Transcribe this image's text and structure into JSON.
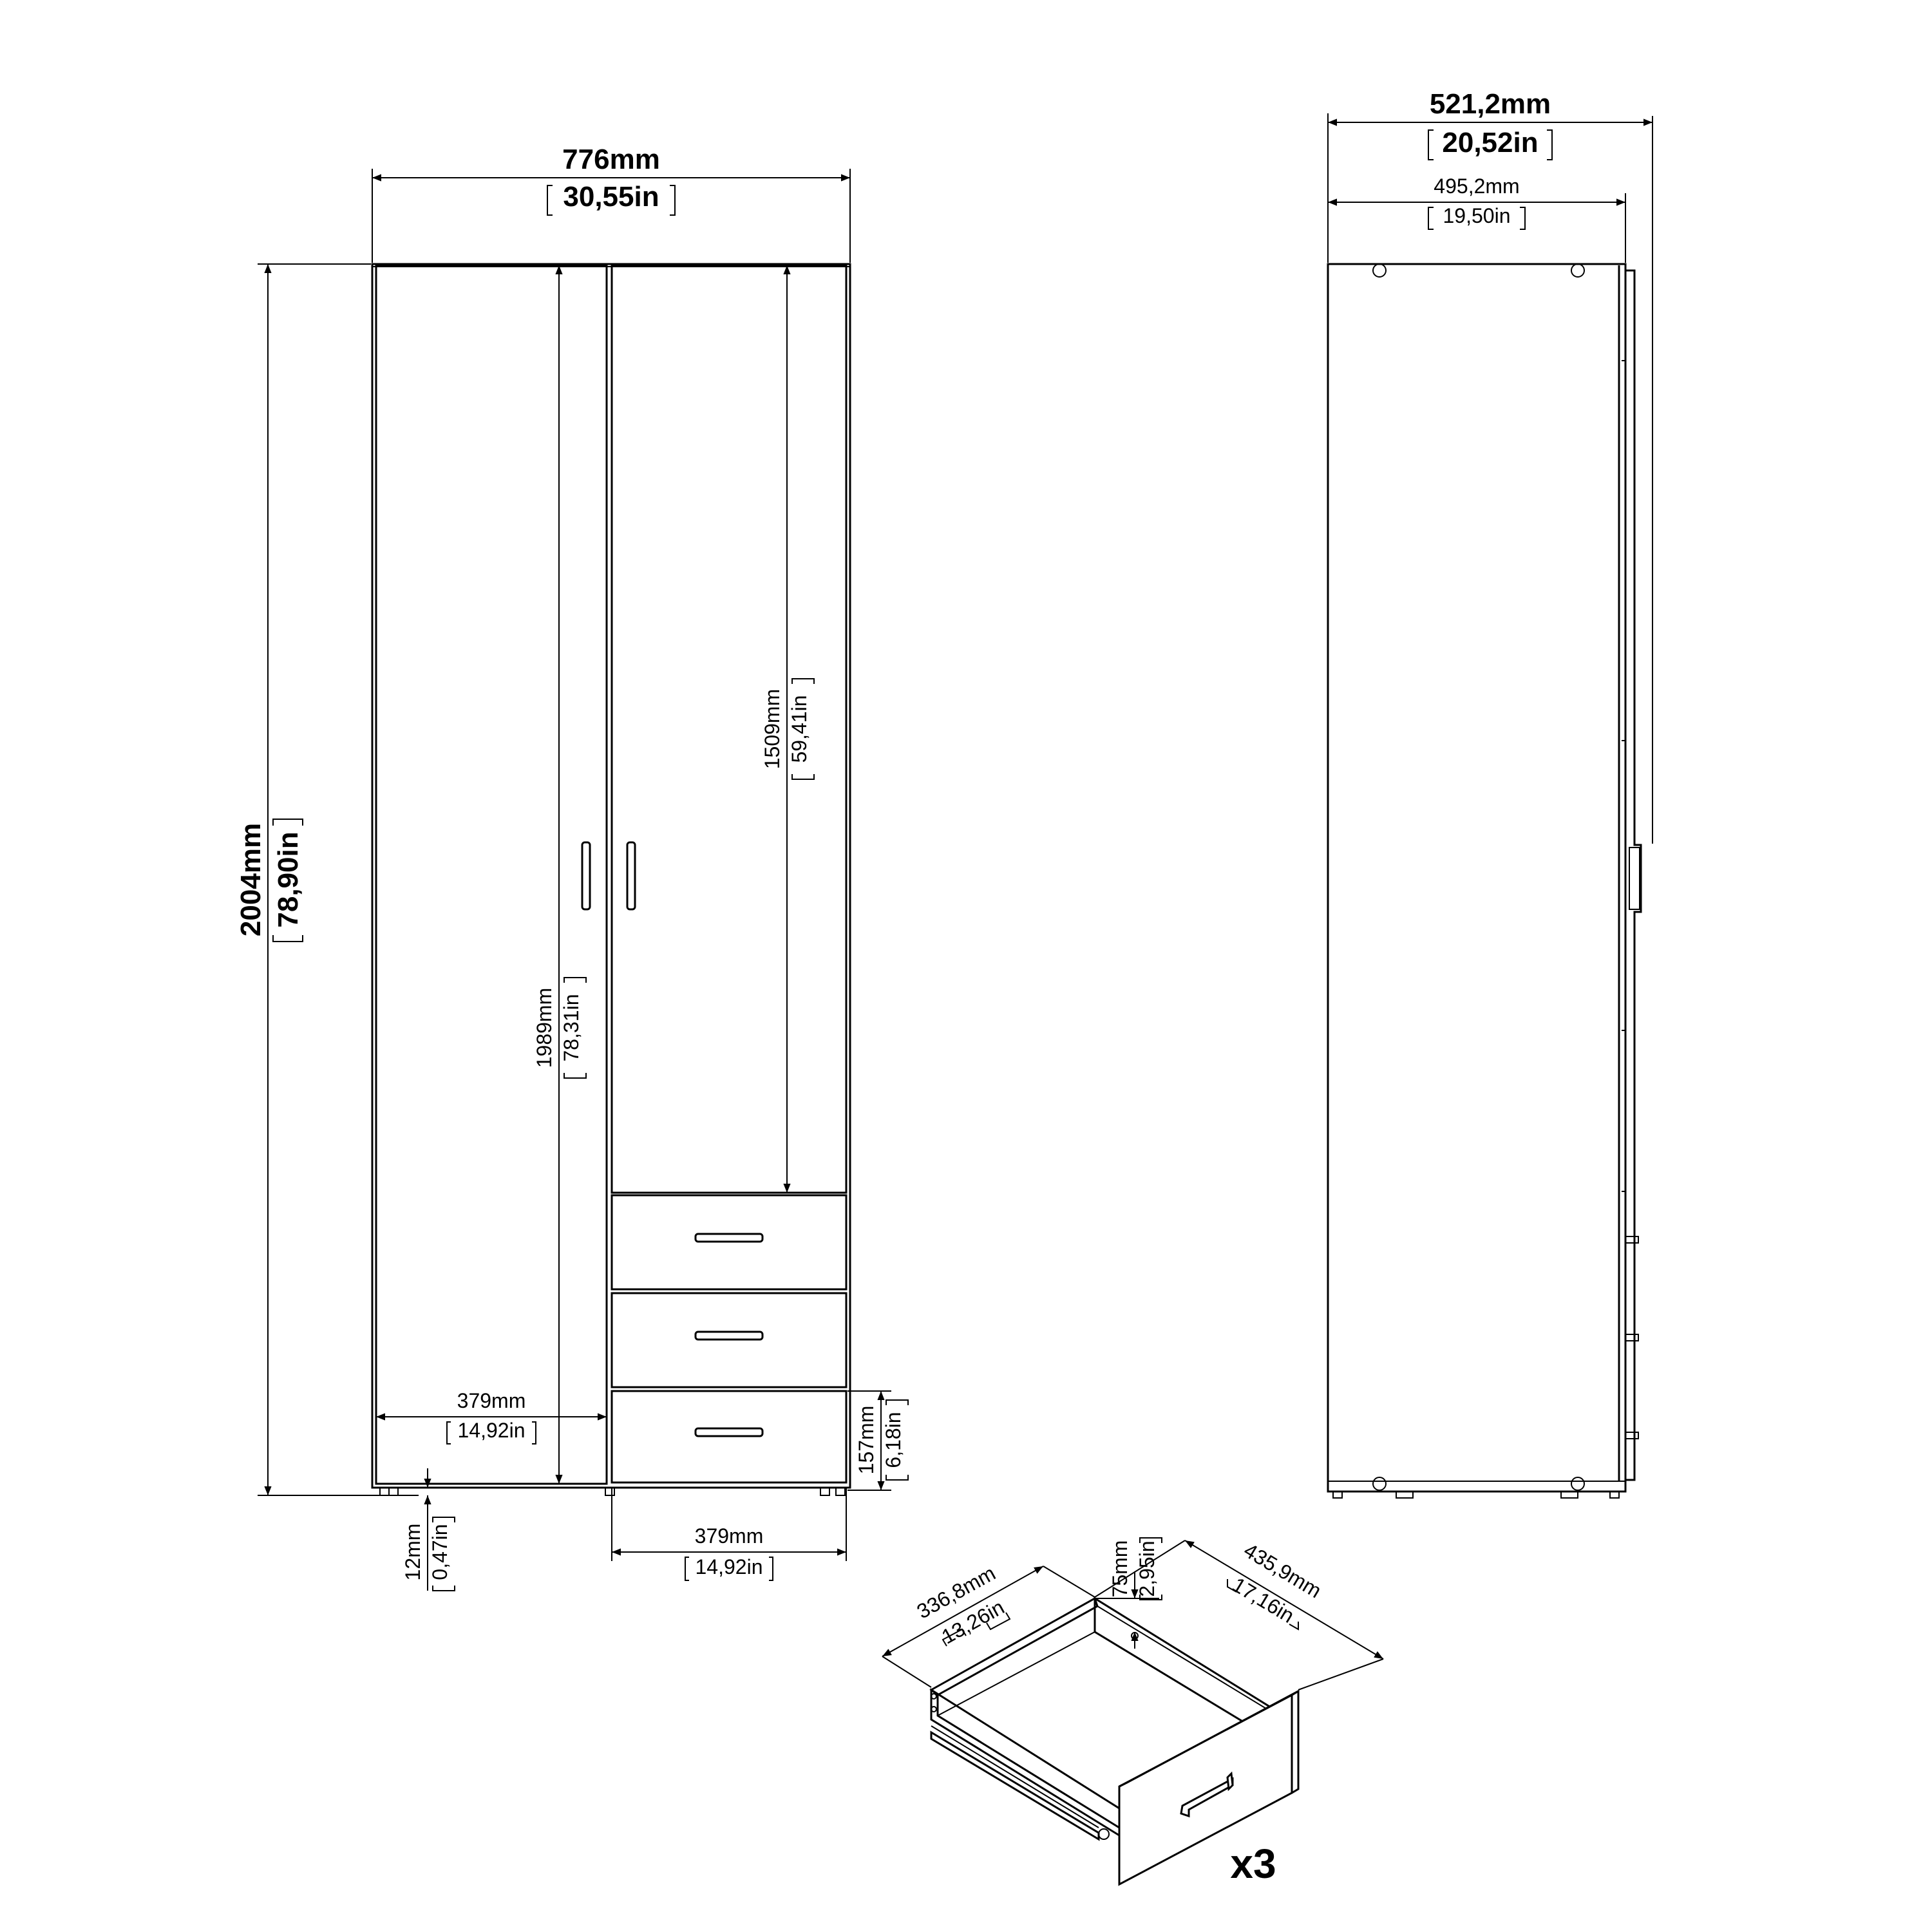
{
  "front": {
    "width_mm": "776mm",
    "width_in": "30,55in",
    "height_mm": "2004mm",
    "height_in": "78,90in",
    "inner_height_mm": "1989mm",
    "inner_height_in": "78,31in",
    "door_height_mm": "1509mm",
    "door_height_in": "59,41in",
    "left_width_mm": "379mm",
    "left_width_in": "14,92in",
    "right_width_mm": "379mm",
    "right_width_in": "14,92in",
    "drawer_height_mm": "157mm",
    "drawer_height_in": "6,18in",
    "foot_height_mm": "12mm",
    "foot_height_in": "0,47in"
  },
  "side": {
    "depth_total_mm": "521,2mm",
    "depth_total_in": "20,52in",
    "depth_body_mm": "495,2mm",
    "depth_body_in": "19,50in"
  },
  "drawer": {
    "height_mm": "75mm",
    "height_in": "2,95in",
    "width_mm": "336,8mm",
    "width_in": "13,26in",
    "depth_mm": "435,9mm",
    "depth_in": "17,16in",
    "quantity": "x3"
  }
}
